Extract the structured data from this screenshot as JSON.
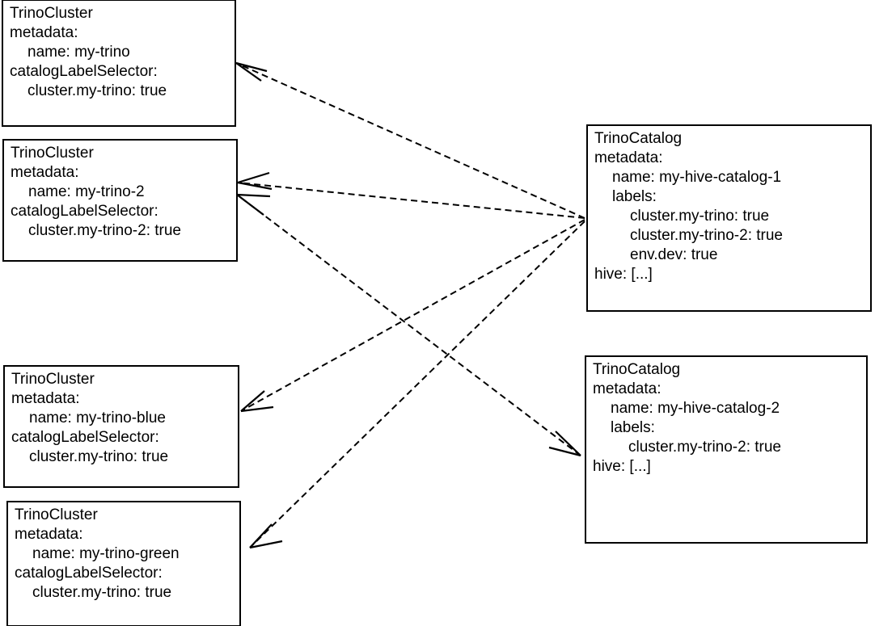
{
  "diagram": {
    "title": "TrinoCluster to TrinoCatalog label selector matching",
    "type": "entity-relationship",
    "edge_style": "dashed",
    "edge_color": "#000000",
    "node_border_color": "#000000",
    "node_fill_color": "#ffffff"
  },
  "nodes": {
    "cluster_my_trino": {
      "kind": "TrinoCluster",
      "lines": [
        {
          "text": "TrinoCluster",
          "indent": 0
        },
        {
          "text": "metadata:",
          "indent": 0
        },
        {
          "text": "name: my-trino",
          "indent": 1
        },
        {
          "text": "catalogLabelSelector:",
          "indent": 0
        },
        {
          "text": "cluster.my-trino: true",
          "indent": 1
        }
      ]
    },
    "cluster_my_trino_2": {
      "kind": "TrinoCluster",
      "lines": [
        {
          "text": "TrinoCluster",
          "indent": 0
        },
        {
          "text": "metadata:",
          "indent": 0
        },
        {
          "text": "name: my-trino-2",
          "indent": 1
        },
        {
          "text": "catalogLabelSelector:",
          "indent": 0
        },
        {
          "text": "cluster.my-trino-2: true",
          "indent": 1
        }
      ]
    },
    "cluster_my_trino_blue": {
      "kind": "TrinoCluster",
      "lines": [
        {
          "text": "TrinoCluster",
          "indent": 0
        },
        {
          "text": "metadata:",
          "indent": 0
        },
        {
          "text": "name: my-trino-blue",
          "indent": 1
        },
        {
          "text": "catalogLabelSelector:",
          "indent": 0
        },
        {
          "text": "cluster.my-trino: true",
          "indent": 1
        }
      ]
    },
    "cluster_my_trino_green": {
      "kind": "TrinoCluster",
      "lines": [
        {
          "text": "TrinoCluster",
          "indent": 0
        },
        {
          "text": "metadata:",
          "indent": 0
        },
        {
          "text": "name: my-trino-green",
          "indent": 1
        },
        {
          "text": "catalogLabelSelector:",
          "indent": 0
        },
        {
          "text": "cluster.my-trino: true",
          "indent": 1
        }
      ]
    },
    "catalog_hive_1": {
      "kind": "TrinoCatalog",
      "lines": [
        {
          "text": "TrinoCatalog",
          "indent": 0
        },
        {
          "text": "metadata:",
          "indent": 0
        },
        {
          "text": "name: my-hive-catalog-1",
          "indent": 1
        },
        {
          "text": "labels:",
          "indent": 1
        },
        {
          "text": "cluster.my-trino: true",
          "indent": 2
        },
        {
          "text": "cluster.my-trino-2: true",
          "indent": 2
        },
        {
          "text": "env.dev: true",
          "indent": 2
        },
        {
          "text": "hive: [...]",
          "indent": 0
        }
      ]
    },
    "catalog_hive_2": {
      "kind": "TrinoCatalog",
      "lines": [
        {
          "text": "TrinoCatalog",
          "indent": 0
        },
        {
          "text": "metadata:",
          "indent": 0
        },
        {
          "text": "name: my-hive-catalog-2",
          "indent": 1
        },
        {
          "text": "labels:",
          "indent": 1
        },
        {
          "text": "cluster.my-trino-2: true",
          "indent": 2
        },
        {
          "text": "hive: [...]",
          "indent": 0
        }
      ]
    }
  },
  "edges": [
    {
      "from": "catalog_hive_1",
      "to": "cluster_my_trino"
    },
    {
      "from": "catalog_hive_1",
      "to": "cluster_my_trino_2"
    },
    {
      "from": "catalog_hive_1",
      "to": "cluster_my_trino_blue"
    },
    {
      "from": "catalog_hive_1",
      "to": "cluster_my_trino_green"
    },
    {
      "from": "catalog_hive_2",
      "to": "cluster_my_trino_2"
    }
  ]
}
